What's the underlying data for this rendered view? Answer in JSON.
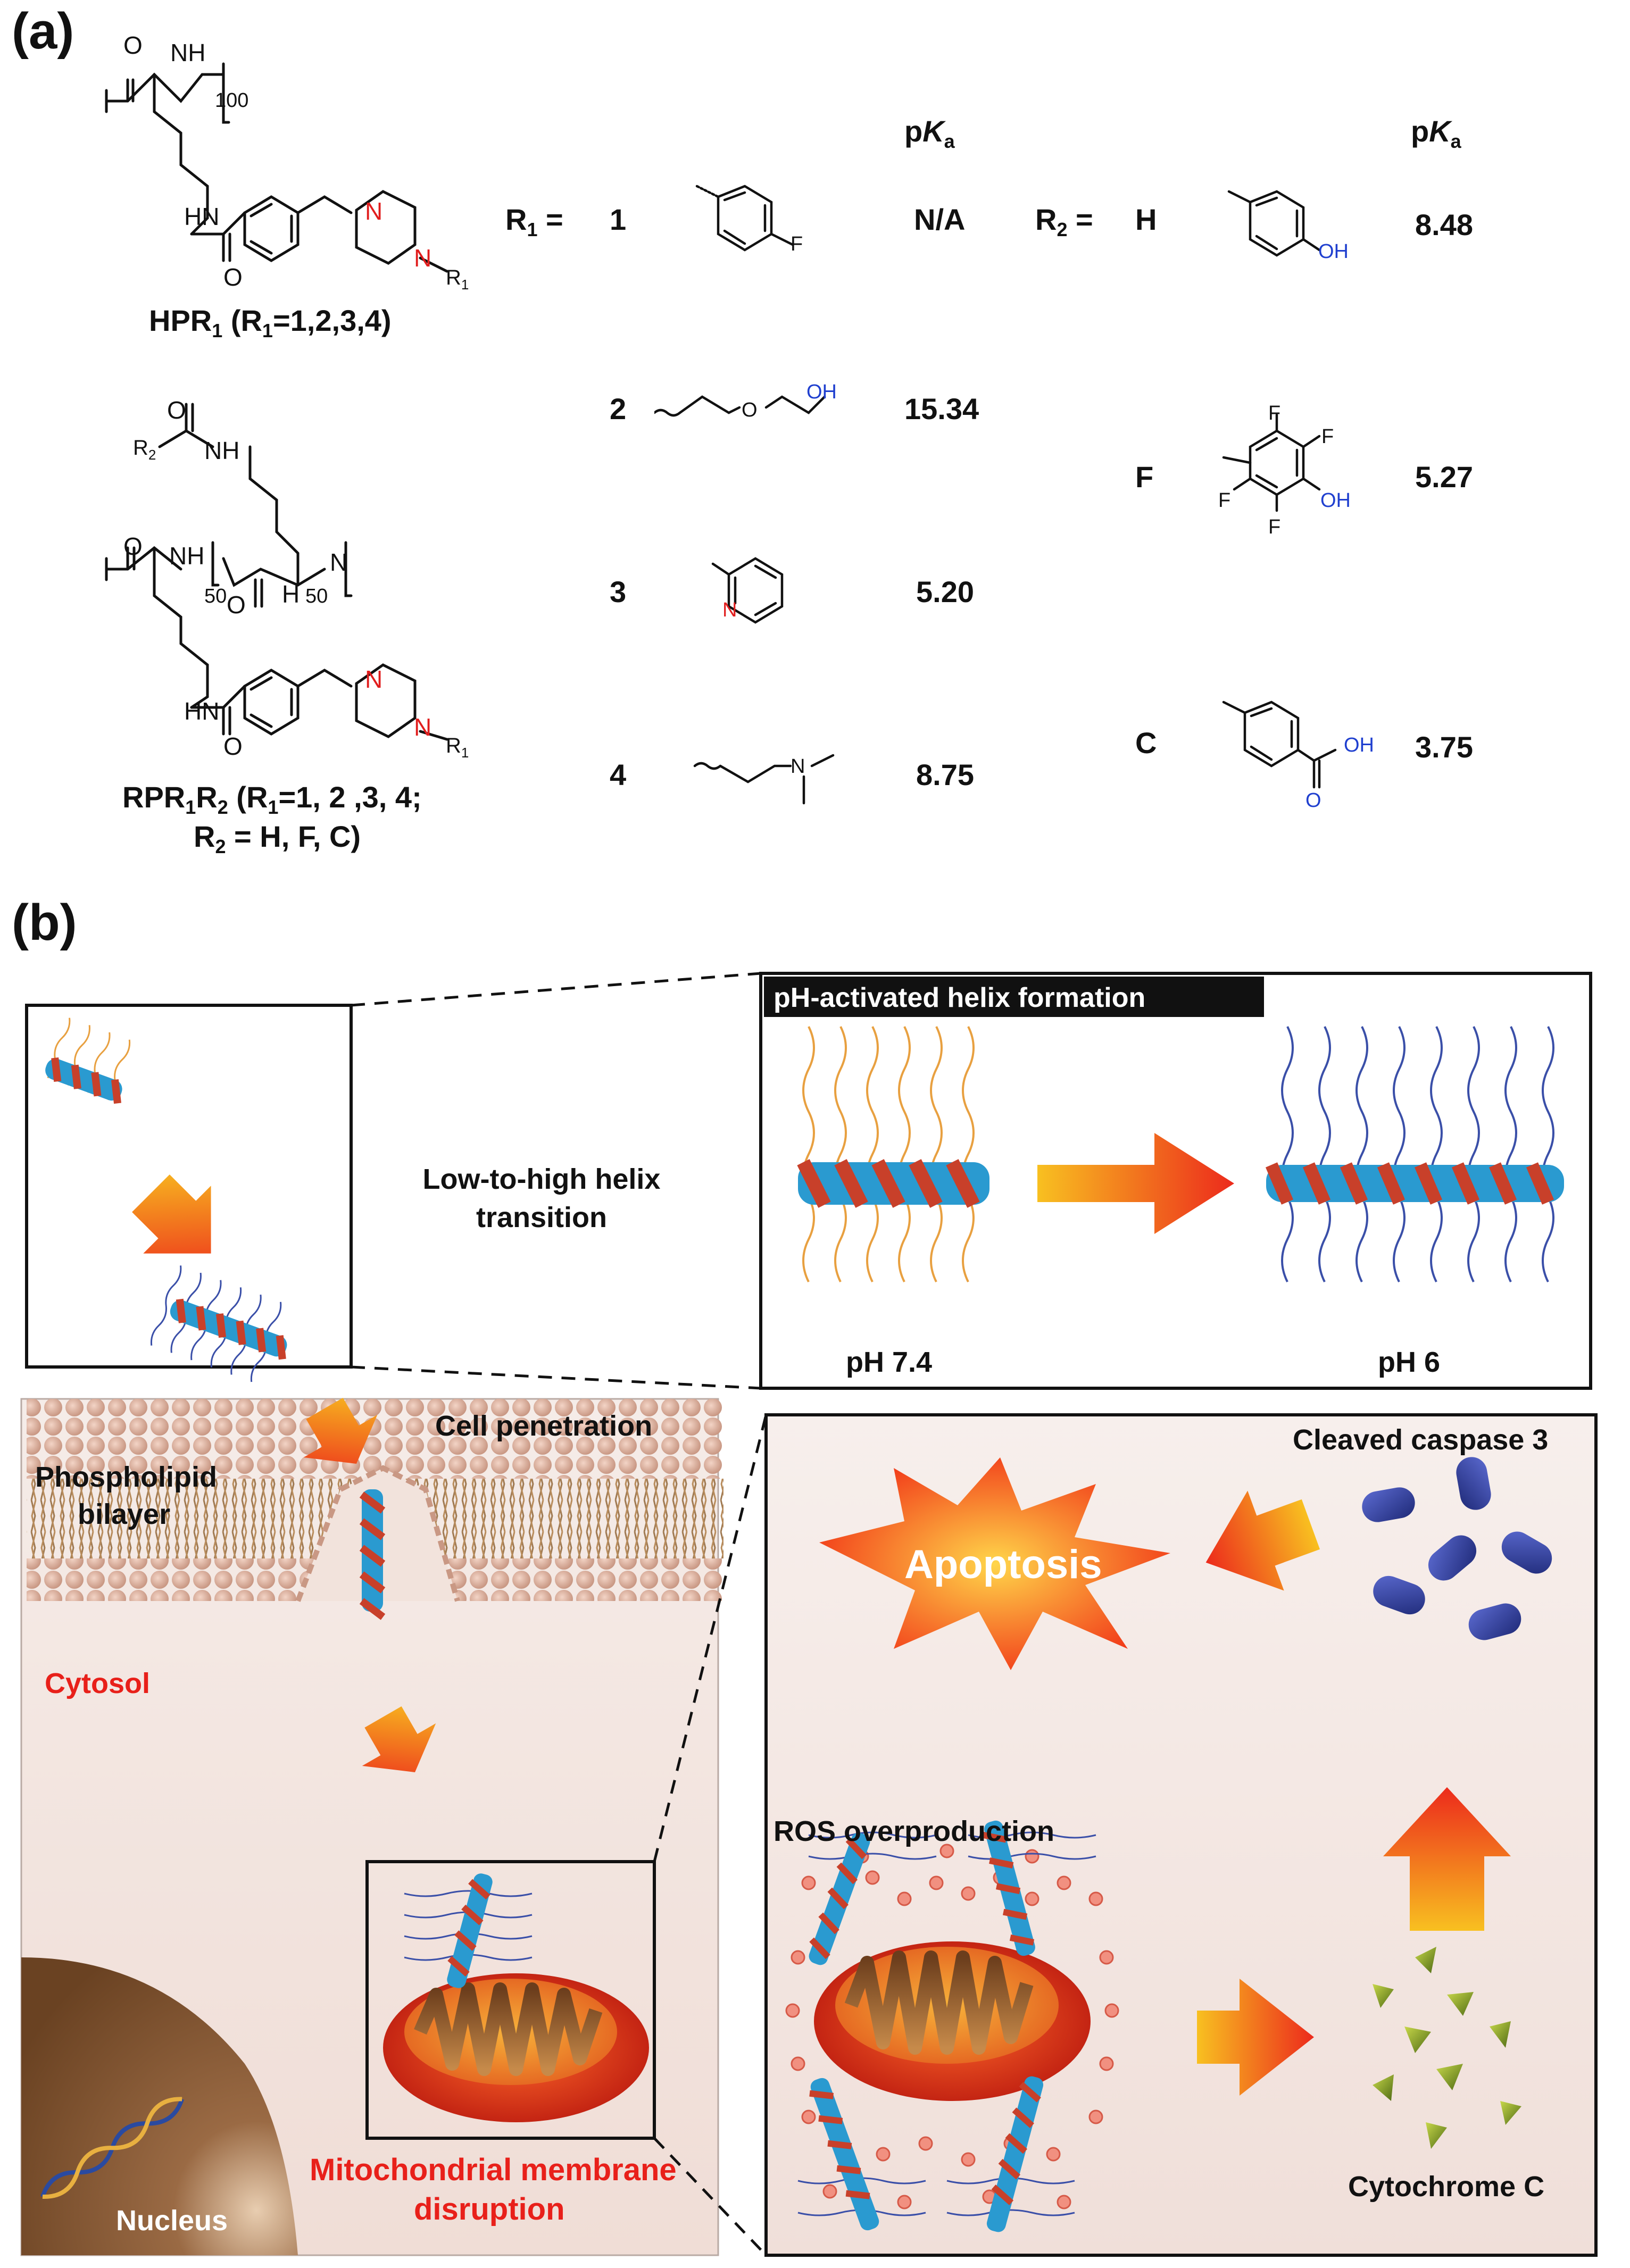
{
  "panel_a": {
    "label": "(a)",
    "hpr": {
      "repeat": "100",
      "r1_label": "R",
      "r1_sub": "1",
      "caption_main": "HPR",
      "caption_sub": "1",
      "caption_rest": " (R",
      "caption_sub2": "1",
      "caption_tail": "=1,2,3,4)"
    },
    "rpr": {
      "r2_label": "R",
      "r2_sub": "2",
      "repeat_left": "50",
      "repeat_right": "50",
      "r1_label": "R",
      "r1_sub": "1",
      "caption_line1_main": "RPR",
      "caption_line1_sub1": "1",
      "caption_line1_mid": "R",
      "caption_line1_sub2": "2",
      "caption_line1_rest": " (R",
      "caption_line1_sub3": "1",
      "caption_line1_tail": "=1, 2 ,3, 4;",
      "caption_line2_main": "R",
      "caption_line2_sub": "2",
      "caption_line2_tail": " = H, F, C)"
    },
    "r1_table": {
      "prefix_main": "R",
      "prefix_sub": "1",
      "prefix_tail": " =",
      "pka_header_p": "p",
      "pka_header_k": "K",
      "pka_header_a": "a",
      "rows": [
        {
          "id": "1",
          "pka": "N/A",
          "atom": "F"
        },
        {
          "id": "2",
          "pka": "15.34",
          "atom": "OH",
          "atom2": "O"
        },
        {
          "id": "3",
          "pka": "5.20",
          "atom": "N"
        },
        {
          "id": "4",
          "pka": "8.75",
          "atom": "N"
        }
      ]
    },
    "r2_table": {
      "prefix_main": "R",
      "prefix_sub": "2",
      "prefix_tail": " =",
      "pka_header_p": "p",
      "pka_header_k": "K",
      "pka_header_a": "a",
      "rows": [
        {
          "id": "H",
          "pka": "8.48",
          "atom": "OH"
        },
        {
          "id": "F",
          "pka": "5.27",
          "atom": "OH",
          "fluorine": "F"
        },
        {
          "id": "C",
          "pka": "3.75",
          "atom": "OH",
          "atom2": "O"
        }
      ]
    },
    "colors": {
      "heteroatom_red": "#e11d1d",
      "heteroatom_blue": "#1f3fcf"
    }
  },
  "panel_b": {
    "label": "(b)",
    "transition_text_1": "Low-to-high helix",
    "transition_text_2": "transition",
    "helix_box_title": "pH-activated helix formation",
    "ph_left": "pH 7.4",
    "ph_right": "pH 6",
    "cell_penetration": "Cell penetration",
    "phospholipid_1": "Phospholipid",
    "phospholipid_2": "bilayer",
    "cytosol": "Cytosol",
    "nucleus": "Nucleus",
    "mito_disruption_1": "Mitochondrial membrane",
    "mito_disruption_2": "disruption",
    "cleaved_caspase": "Cleaved caspase 3",
    "apoptosis": "Apoptosis",
    "ros": "ROS overproduction",
    "cytochrome": "Cytochrome C",
    "colors": {
      "red_text": "#e8201a",
      "helix_red": "#c8402a",
      "helix_blue": "#2a9ad0",
      "chain_orange": "#e8a040",
      "chain_blue": "#3a4fa8"
    }
  }
}
